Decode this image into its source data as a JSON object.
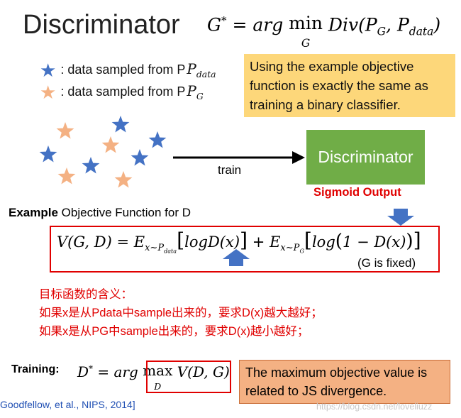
{
  "title": "Discriminator",
  "objective_top": "G* = arg min_G Div(P_G, P_data)",
  "legend": [
    {
      "label": ": data sampled from P",
      "subscript": "data",
      "color": "#4472c4"
    },
    {
      "label": ": data sampled from P",
      "subscript": "G",
      "color": "#f4b183"
    }
  ],
  "note": "Using the example objective function is exactly the same as training a binary classifier.",
  "arrow_label": "train",
  "discriminator_box": "Discriminator",
  "sigmoid_label": "Sigmoid Output",
  "example_bold": "Example",
  "example_rest": " Objective Function for D",
  "v_formula": "V(G,D) = E_{x~P_data}[logD(x)] + E_{x~P_G}[log(1 − D(x))]",
  "g_fixed": "(G is fixed)",
  "chinese_lines": [
    "目标函数的含义：",
    "如果x是从Pdata中sample出来的，要求D(x)越大越好；",
    "如果x是从PG中sample出来的，要求D(x)越小越好；"
  ],
  "training_label": "Training:",
  "training_formula": "D* = arg max_D V(D,G)",
  "js_note": "The maximum objective value is related to JS divergence.",
  "citation": "Goodfellow, et al., NIPS, 2014]",
  "watermark": "https://blog.csdn.net/loveliuzz",
  "colors": {
    "blue_star": "#4472c4",
    "orange_star": "#f4b183",
    "accent_red": "#e00000",
    "green_box": "#70ad47",
    "note_yellow": "#fdd77a"
  }
}
